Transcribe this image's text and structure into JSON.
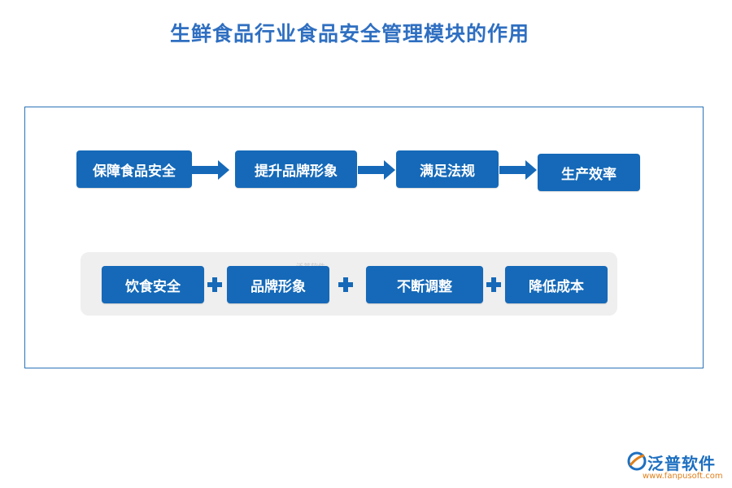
{
  "title": "生鲜食品行业食品安全管理模块的作用",
  "flow_row": [
    "保障食品安全",
    "提升品牌形象",
    "满足法规",
    "生产效率"
  ],
  "combo_row": [
    "饮食安全",
    "品牌形象",
    "不断调整",
    "降低成本"
  ],
  "watermark": "泛普软件",
  "logo": {
    "name": "泛普软件",
    "url": "www.fanpusoft.com"
  },
  "colors": {
    "box": "#1569b8",
    "title": "#2f6fc1",
    "frame": "#2a73b8",
    "panel": "#efefef",
    "logo_url": "#e0801b"
  }
}
